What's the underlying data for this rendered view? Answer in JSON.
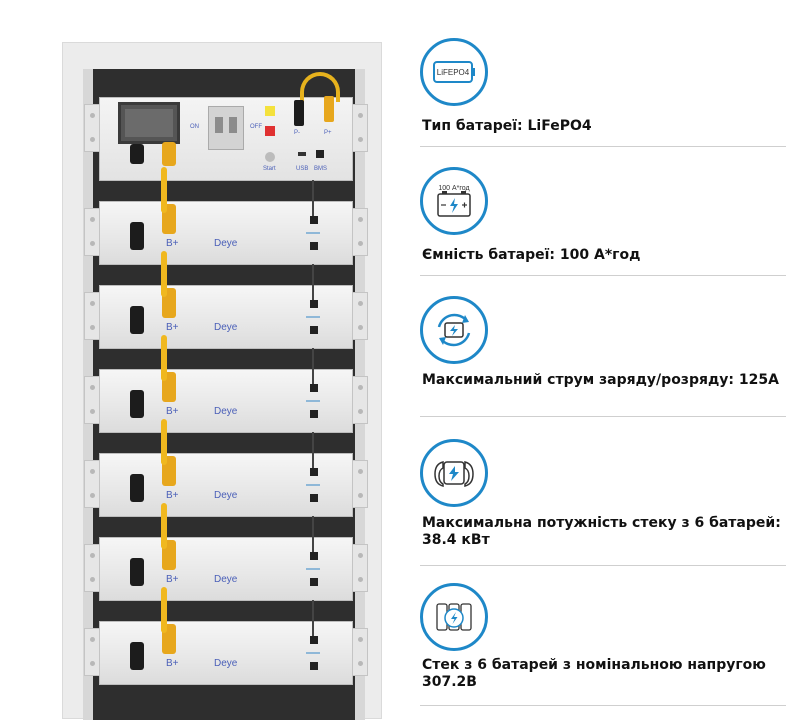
{
  "illustration": {
    "bms": {
      "on_label": "ON",
      "off_label": "OFF",
      "p_minus_label": "P-",
      "p_plus_label": "P+",
      "usb_label": "USB",
      "bms_label": "BMS",
      "start_label": "Start"
    },
    "modules": [
      {
        "terminal": "B+",
        "brand": "Deye"
      },
      {
        "terminal": "B+",
        "brand": "Deye"
      },
      {
        "terminal": "B+",
        "brand": "Deye"
      },
      {
        "terminal": "B+",
        "brand": "Deye"
      },
      {
        "terminal": "B+",
        "brand": "Deye"
      },
      {
        "terminal": "B+",
        "brand": "Deye"
      }
    ]
  },
  "features": [
    {
      "icon": "lifepo4-battery-icon",
      "icon_text": "LiFEPO4",
      "text": "Тип батареї: LiFePO4"
    },
    {
      "icon": "battery-capacity-icon",
      "icon_text": "100 А*год",
      "text": "Ємність батареї: 100 А*год"
    },
    {
      "icon": "charge-cycle-icon",
      "icon_text": "",
      "text": "Максимальний струм заряду/розряду: 125А"
    },
    {
      "icon": "power-hands-icon",
      "icon_text": "",
      "text": "Максимальна потужність стеку з 6 батарей: 38.4 кВт"
    },
    {
      "icon": "battery-stack-icon",
      "icon_text": "",
      "text": "Стек з 6 батарей з номінальною напругою 307.2В"
    }
  ],
  "colors": {
    "accent": "#1e88c8",
    "cable_yellow": "#e7a71d"
  }
}
